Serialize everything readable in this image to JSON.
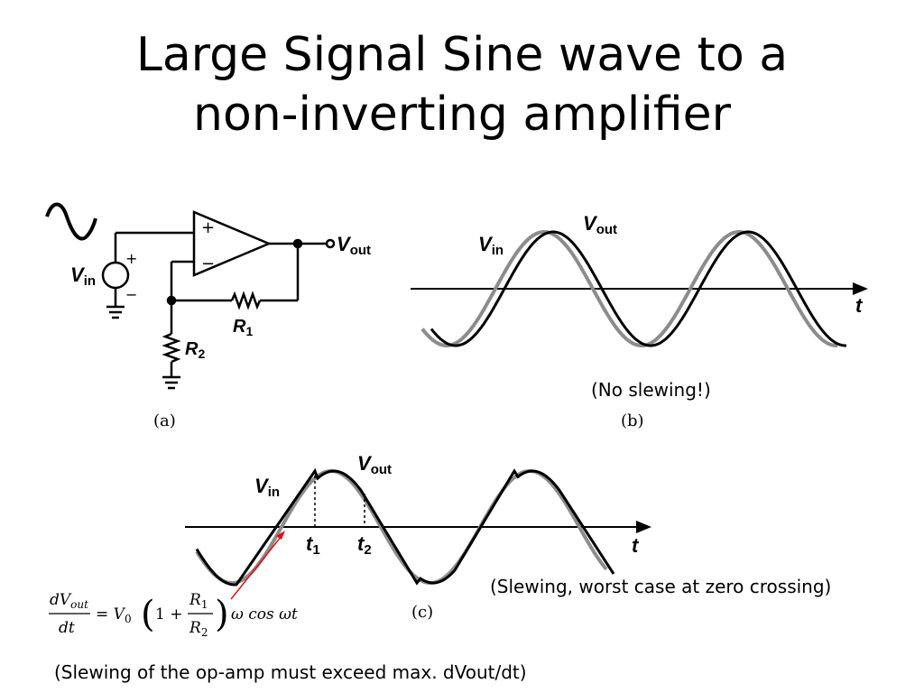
{
  "slide": {
    "title_line1": "Large Signal Sine wave to a",
    "title_line2": "non-inverting amplifier"
  },
  "circuit": {
    "vin_label": "V",
    "vin_sub": "in",
    "plus": "+",
    "minus": "−",
    "vout_label": "V",
    "vout_sub": "out",
    "r1_label": "R",
    "r1_sub": "1",
    "r2_label": "R",
    "r2_sub": "2",
    "caption": "(a)"
  },
  "panel_b": {
    "vin_label": "V",
    "vin_sub": "in",
    "vout_label": "V",
    "vout_sub": "out",
    "axis_label": "t",
    "caption": "(b)",
    "note": "(No slewing!)"
  },
  "panel_c": {
    "vin_label": "V",
    "vin_sub": "in",
    "vout_label": "V",
    "vout_sub": "out",
    "axis_label": "t",
    "t1_label": "t",
    "t1_sub": "1",
    "t2_label": "t",
    "t2_sub": "2",
    "caption": "(c)",
    "note": "(Slewing, worst case at zero crossing)"
  },
  "equation": {
    "lhs_num": "dV",
    "lhs_num_sub": "out",
    "lhs_den": "dt",
    "rhs_coef": "= V",
    "rhs_coef_sub": "0",
    "one_plus": "1 +",
    "r_num": "R",
    "r_num_sub": "1",
    "r_den": "R",
    "r_den_sub": "2",
    "tail": "ω cos ωt"
  },
  "footer_note": "(Slewing of the op-amp must exceed max. dVout/dt)",
  "colors": {
    "vin_wave": "#8c8c8c",
    "vout_wave": "#000000",
    "arrow": "#e01010"
  }
}
